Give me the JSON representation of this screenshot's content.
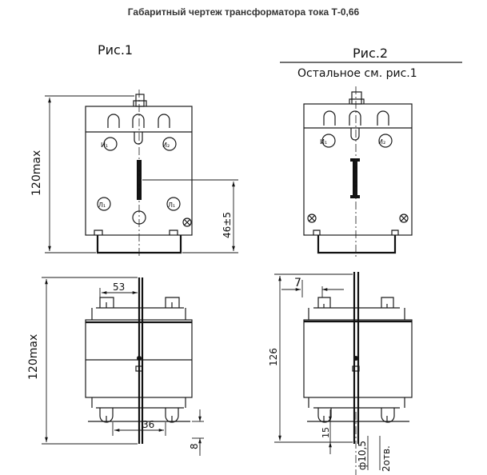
{
  "title": "Габаритный чертеж трансформатора тока Т-0,66",
  "fig1": {
    "label": "Рис.1"
  },
  "fig2": {
    "label": "Рис.2",
    "note": "Остальное см. рис.1"
  },
  "terminals": {
    "i1": "И₁",
    "i2": "И₂",
    "l1": "Л₁",
    "l2": "Л₁"
  },
  "dimensions": {
    "height_front": "120max",
    "primary_offset": "46±5",
    "height_side": "120max",
    "width_53": "53",
    "width_36": "36",
    "gap_8": "8",
    "offset_7": "7",
    "height_126": "126",
    "depth_15": "15",
    "hole": "ф10,5",
    "holes_count": "2отв."
  }
}
